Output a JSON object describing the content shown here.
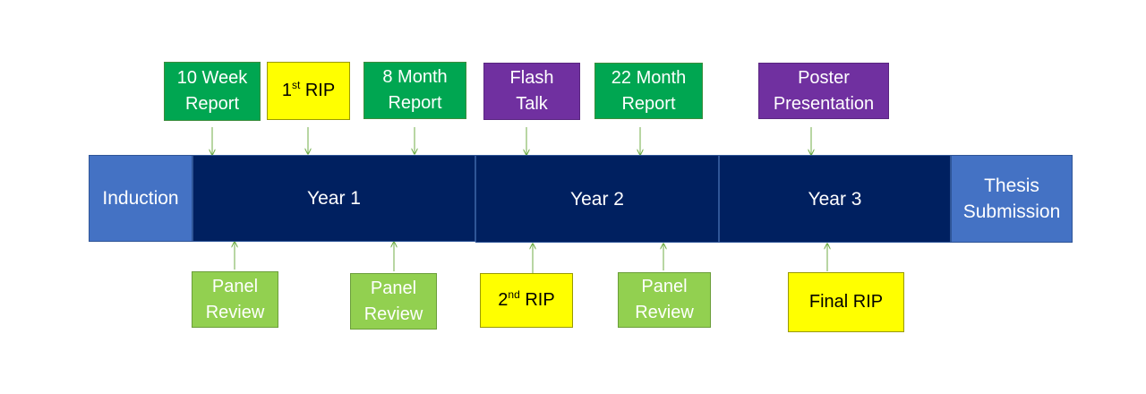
{
  "timeline": {
    "induction": "Induction",
    "year1": "Year 1",
    "year2": "Year 2",
    "year3": "Year 3",
    "thesis": "Thesis\nSubmission"
  },
  "top": {
    "ten_week": "10 Week\nReport",
    "rip1_num": "1",
    "rip1_sup": "st",
    "rip1_rest": " RIP",
    "eight_month": "8 Month\nReport",
    "flash_talk": "Flash\nTalk",
    "twentytwo_month": "22 Month\nReport",
    "poster": "Poster\nPresentation"
  },
  "bottom": {
    "panel1": "Panel\nReview",
    "panel2": "Panel\nReview",
    "rip2_num": "2",
    "rip2_sup": "nd",
    "rip2_rest": " RIP",
    "panel3": "Panel\nReview",
    "final_rip": "Final RIP"
  },
  "colors": {
    "report": "#00a651",
    "review": "#92d050",
    "talk": "#7030a0",
    "rip": "#ffff00",
    "year": "#002060",
    "endpoint": "#4472c4",
    "arrow": "#70ad47"
  }
}
